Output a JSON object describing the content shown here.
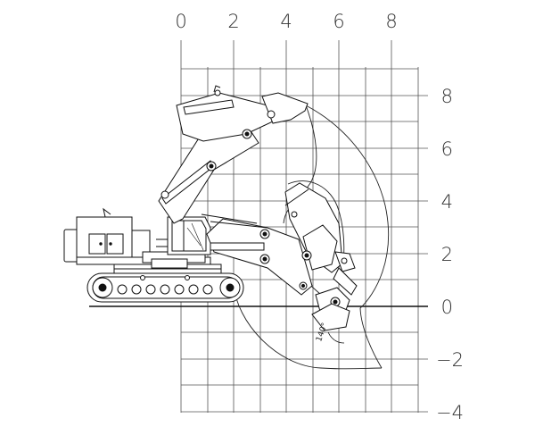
{
  "axes": {
    "top_ticks": [
      "0",
      "2",
      "4",
      "6",
      "8"
    ],
    "right_ticks": [
      "8",
      "6",
      "4",
      "2",
      "0",
      "−2",
      "−4"
    ]
  },
  "annotation": {
    "bucket_angle": "140°"
  }
}
